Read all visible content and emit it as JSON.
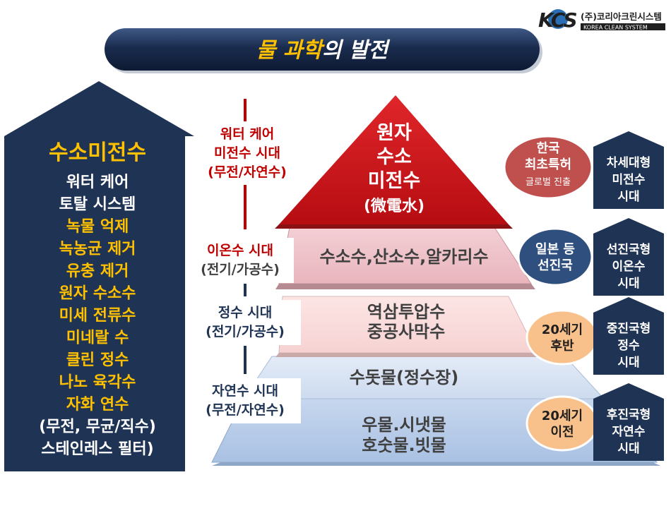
{
  "logo": {
    "mark": "KCS",
    "name_ko": "(주)코리아크린시스템",
    "name_en": "KOREA CLEAN SYSTEM"
  },
  "title": {
    "part1": "물 과학",
    "part2": "의 발전"
  },
  "left_arrow": {
    "headline": "수소미전수",
    "lines": [
      "워터 케어",
      "토탈 시스템",
      "녹물 억제",
      "녹농균 제거",
      "유충 제거",
      "원자 수소수",
      "미세 전류수",
      "미네랄 수",
      "클린 정수",
      "나노 육각수",
      "자화 연수",
      "(무전, 무균/직수)",
      "스테인레스 필터)"
    ]
  },
  "eras": [
    {
      "lines": [
        "워터 케어",
        "미전수 시대",
        "(무전/자연수)"
      ]
    },
    {
      "lines": [
        "이온수 시대",
        "(전기/가공수)"
      ]
    },
    {
      "lines": [
        "정수 시대",
        "(전기/가공수)"
      ]
    },
    {
      "lines": [
        "자연수 시대",
        "(무전/자연수)"
      ]
    }
  ],
  "pyramid": {
    "apex": [
      "원자",
      "수소",
      "미전수",
      "(微電水)"
    ],
    "tier2": [
      "수소수,산소수,알카리수"
    ],
    "tier3": [
      "역삼투압수",
      "중공사막수"
    ],
    "tier4": [
      "수돗물(정수장)"
    ],
    "tier5": [
      "우물.시냇물",
      "호숫물.빗물"
    ]
  },
  "badges": [
    {
      "lines": [
        "한국",
        "최초특허"
      ],
      "sub": "글로벌 진출"
    },
    {
      "lines": [
        "일본 등",
        "선진국"
      ]
    },
    {
      "lines": [
        "20세기",
        "후반"
      ]
    },
    {
      "lines": [
        "20세기",
        "이전"
      ]
    }
  ],
  "house_labels": [
    {
      "lines": [
        "차세대형",
        "미전수",
        "시대"
      ]
    },
    {
      "lines": [
        "선진국형",
        "이온수",
        "시대"
      ]
    },
    {
      "lines": [
        "중진국형",
        "정수",
        "시대"
      ]
    },
    {
      "lines": [
        "후진국형",
        "자연수",
        "시대"
      ]
    }
  ],
  "colors": {
    "navy": "#1f3354",
    "yellow": "#ffc000",
    "red": "#c00000",
    "era_red": "#c00000",
    "badge_red": "#c0504d",
    "badge_blue": "#2f4f7f",
    "badge_orange": "#f8c08a"
  }
}
